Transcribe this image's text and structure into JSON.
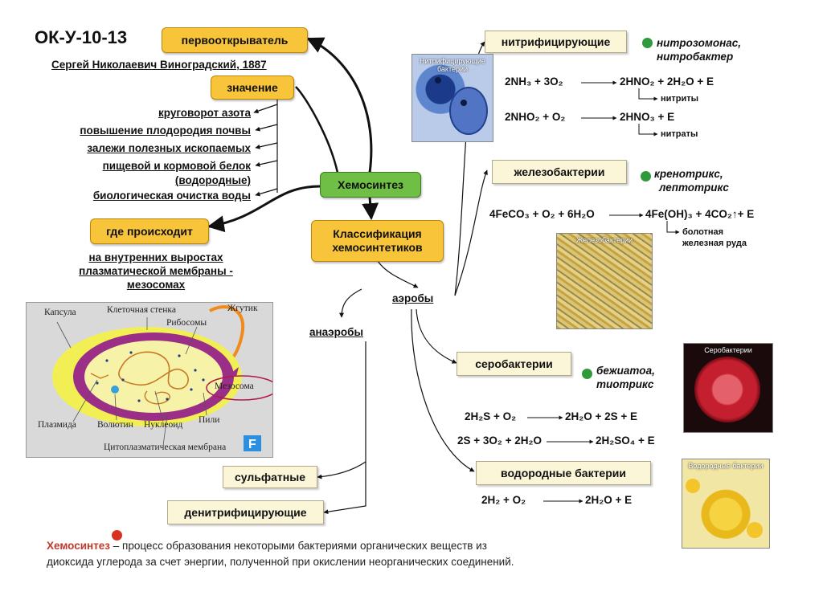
{
  "header": {
    "code": "ОК-У-10-13",
    "discoverer_label": "первооткрыватель",
    "discoverer_name": "Сергей Николаевич Виноградский, 1887"
  },
  "significance": {
    "label": "значение",
    "items": [
      "круговорот азота",
      "повышение плодородия почвы",
      "залежи полезных ископаемых",
      "пищевой и кормовой белок",
      "(водородные)",
      "биологическая очистка воды"
    ]
  },
  "center": {
    "label": "Хемосинтез"
  },
  "where": {
    "label": "где происходит",
    "lines": [
      "на внутренних выростах",
      "плазматической мембраны -",
      "мезосомах"
    ]
  },
  "classification": {
    "line1": "Классификация",
    "line2": "хемосинтетиков"
  },
  "aerobes": "аэробы",
  "anaerobes": "анаэробы",
  "anaerobe_types": [
    "сульфатные",
    "денитрифицирующие"
  ],
  "cell_labels": {
    "capsule": "Капсула",
    "wall": "Клеточная стенка",
    "ribosomes": "Рибосомы",
    "flagellum": "Жгутик",
    "mesosome": "Мезосома",
    "plasmid": "Плазмида",
    "volutin": "Волютин",
    "nucleoid": "Нуклеоид",
    "pili": "Пили",
    "membrane": "Цитоплазматическая мембрана"
  },
  "groups": {
    "nitrifying": {
      "label": "нитрифицирующие",
      "examples": [
        "нитрозомонас,",
        "нитробактер"
      ],
      "photo_label": "Нитрифицирующие бактерии",
      "eq1_left": "2NH₃ + 3O₂",
      "eq1_right": "2HNO₂ + 2H₂O + E",
      "eq1_note": "нитриты",
      "eq2_left": "2NHO₂ + O₂",
      "eq2_right": "2HNO₃ + E",
      "eq2_note": "нитраты"
    },
    "iron": {
      "label": "железобактерии",
      "examples": [
        "кренотрикс,",
        "лептотрикс"
      ],
      "photo_label": "Железобактерии",
      "eq_left": "4FeCO₃ + O₂ + 6H₂O",
      "eq_right": "4Fe(OH)₃ + 4CO₂↑+ E",
      "note1": "болотная",
      "note2": "железная руда"
    },
    "sulfur": {
      "label": "серобактерии",
      "examples": [
        "бежиатоа,",
        "тиотрикс"
      ],
      "photo_label": "Серобактерии",
      "eq1_left": "2H₂S + O₂",
      "eq1_right": "2H₂O + 2S + E",
      "eq2_left": "2S + 3O₂ + 2H₂O",
      "eq2_right": "2H₂SO₄ + E"
    },
    "hydrogen": {
      "label": "водородные бактерии",
      "photo_label": "Водородные бактерии",
      "eq_left": "2H₂ + O₂",
      "eq_right": "2H₂O + E"
    }
  },
  "definition": {
    "term": "Хемосинтез",
    "text1": " – процесс образования некоторыми бактериями органических веществ из",
    "text2": "диоксида углерода за счет энергии, полученной при окислении неорганических соединений."
  },
  "colors": {
    "yellow_box": "#f7c43a",
    "green_box": "#6fbe45",
    "cream_box": "#fbf6d8",
    "green_dot": "#2e9a3a",
    "red_dot": "#d93020",
    "term_red": "#c0392b"
  }
}
